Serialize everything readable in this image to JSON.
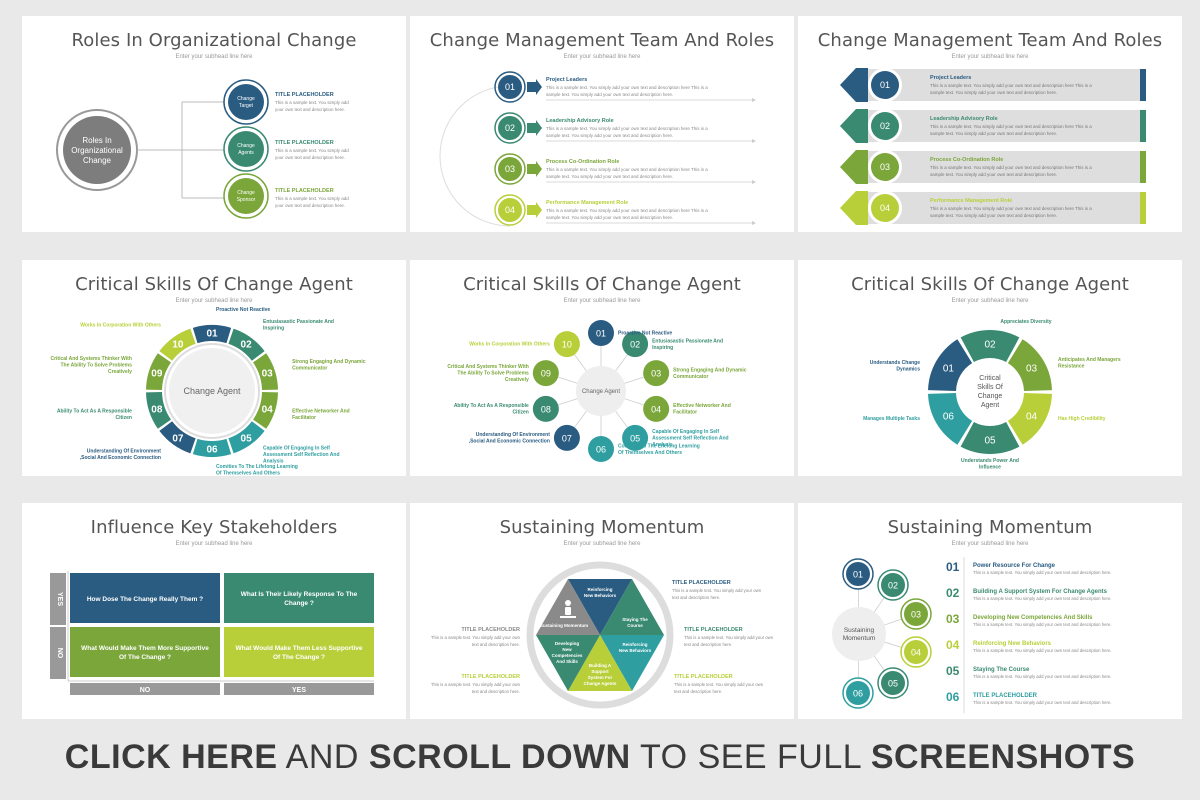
{
  "colors": {
    "c1": "#2a5c82",
    "c2": "#3a8a72",
    "c3": "#7aa63a",
    "c4": "#b9cf3a",
    "c5": "#2f9ea0",
    "gray": "#8a8a8a",
    "lightgray": "#d6d6d6"
  },
  "subhead": "Enter your subhead line here",
  "sample_text_a": "This is a sample text. You simply add your own text and description here This is a",
  "sample_text_b": "sample text. You simply add your own text and description here.",
  "sample_short_a": "This is a sample text. You simply add your own",
  "sample_short_b": "text and description here.",
  "slides": [
    {
      "title": "Roles In Organizational Change",
      "center": "Roles In Organizational Change",
      "nodes": [
        {
          "label": "Change Target",
          "heading": "TITLE PLACEHOLDER"
        },
        {
          "label": "Change Agents",
          "heading": "TITLE PLACEHOLDER"
        },
        {
          "label": "Change Sponsor",
          "heading": "TITLE PLACEHOLDER"
        }
      ]
    },
    {
      "title": "Change Management Team And Roles",
      "items": [
        {
          "num": "01",
          "heading": "Project Leaders"
        },
        {
          "num": "02",
          "heading": "Leadership Advisory Role"
        },
        {
          "num": "03",
          "heading": "Process Co-Ordination Role"
        },
        {
          "num": "04",
          "heading": "Performance Management Role"
        }
      ]
    },
    {
      "title": "Change Management Team And Roles",
      "items": [
        {
          "num": "01",
          "heading": "Project Leaders"
        },
        {
          "num": "02",
          "heading": "Leadership Advisory Role"
        },
        {
          "num": "03",
          "heading": "Process Co-Ordination Role"
        },
        {
          "num": "04",
          "heading": "Performance Management Role"
        }
      ]
    },
    {
      "title": "Critical Skills Of Change Agent",
      "center": "Change Agent",
      "skills": [
        {
          "num": "01",
          "text": "Proactive Not Reactive"
        },
        {
          "num": "02",
          "text": "Entusiasastic Passionate And Inspiring"
        },
        {
          "num": "03",
          "text": "Strong Engaging And Dynamic Communicator"
        },
        {
          "num": "04",
          "text": "Effective Networker And Facilitator"
        },
        {
          "num": "05",
          "text": "Capable Of Engaging In Self Assessment Self Reflection And Analysis"
        },
        {
          "num": "06",
          "text": "Comities To The Lifelong Learning Of Themselves And Others"
        },
        {
          "num": "07",
          "text": "Understanding Of Environment ,Social And Economic Connection"
        },
        {
          "num": "08",
          "text": "Ability To Act As A Responsible Citizen"
        },
        {
          "num": "09",
          "text": "Critical And Systems Thinker With The Ability To Solve Problems Creatively"
        },
        {
          "num": "10",
          "text": "Works In Corporation With Others"
        }
      ]
    },
    {
      "title": "Critical Skills Of Change Agent",
      "center": "Change Agent",
      "skills": [
        {
          "num": "01",
          "text": "Proactive Not Reactive"
        },
        {
          "num": "02",
          "text": "Entusiasastic Passionate And Inspiring"
        },
        {
          "num": "03",
          "text": "Strong Engaging And Dynamic Communicator"
        },
        {
          "num": "04",
          "text": "Effective Networker And Facilitator"
        },
        {
          "num": "05",
          "text": "Capable Of Engaging In Self Assessment Self Reflection And Analysis"
        },
        {
          "num": "06",
          "text": "Comities To The Lifelong Learning Of Themselves And Others"
        },
        {
          "num": "07",
          "text": "Understanding Of Environment ,Social And Economic Connection"
        },
        {
          "num": "08",
          "text": "Ability To Act As A Responsible Citizen"
        },
        {
          "num": "09",
          "text": "Critical And Systems Thinker With The Ability To Solve Problems Creatively"
        },
        {
          "num": "10",
          "text": "Works In Corporation With Others"
        }
      ]
    },
    {
      "title": "Critical Skills Of Change Agent",
      "center": "Critical Skills Of Change Agent",
      "segments": [
        {
          "num": "01",
          "text": "Understands Change Dynamics"
        },
        {
          "num": "02",
          "text": "Appreciates Diversity"
        },
        {
          "num": "03",
          "text": "Anticipates And Managers Resistance"
        },
        {
          "num": "04",
          "text": "Has High Credibility"
        },
        {
          "num": "05",
          "text": "Understands Power And Influence"
        },
        {
          "num": "06",
          "text": "Manages Multiple Tasks"
        }
      ]
    },
    {
      "title": "Influence Key Stakeholders",
      "row_labels": [
        "YES",
        "NO"
      ],
      "col_labels": [
        "NO",
        "YES"
      ],
      "cells": [
        "How Dose The Change Really Them ?",
        "What Is Their Likely Response To The Change ?",
        "What Would Make Them More Supportive Of The Change ?",
        "What Would Make Them Less Supportive Of The Change ?"
      ]
    },
    {
      "title": "Sustaining Momentum",
      "segments": [
        "Reinforcing New Behaviors",
        "Staying The Course",
        "Reinforcing New Behaviors",
        "Building A Support System For Change Agents",
        "Developing New Competencies And Skills",
        "Sustaining Momentum"
      ],
      "heading": "TITLE PLACEHOLDER"
    },
    {
      "title": "Sustaining Momentum",
      "center": "Sustaining Momentum",
      "items": [
        {
          "num": "01",
          "heading": "Power Resource For Change"
        },
        {
          "num": "02",
          "heading": "Building A Support System For Change Agents"
        },
        {
          "num": "03",
          "heading": "Developing New Competencies And Skills"
        },
        {
          "num": "04",
          "heading": "Reinforcing New Behaviors"
        },
        {
          "num": "05",
          "heading": "Staying The Course"
        },
        {
          "num": "06",
          "heading": "TITLE PLACEHOLDER"
        }
      ]
    }
  ],
  "footer": {
    "part1": "CLICK HERE",
    "part2": "AND",
    "part3": "SCROLL DOWN",
    "part4": "TO SEE FULL",
    "part5": "SCREENSHOTS"
  }
}
